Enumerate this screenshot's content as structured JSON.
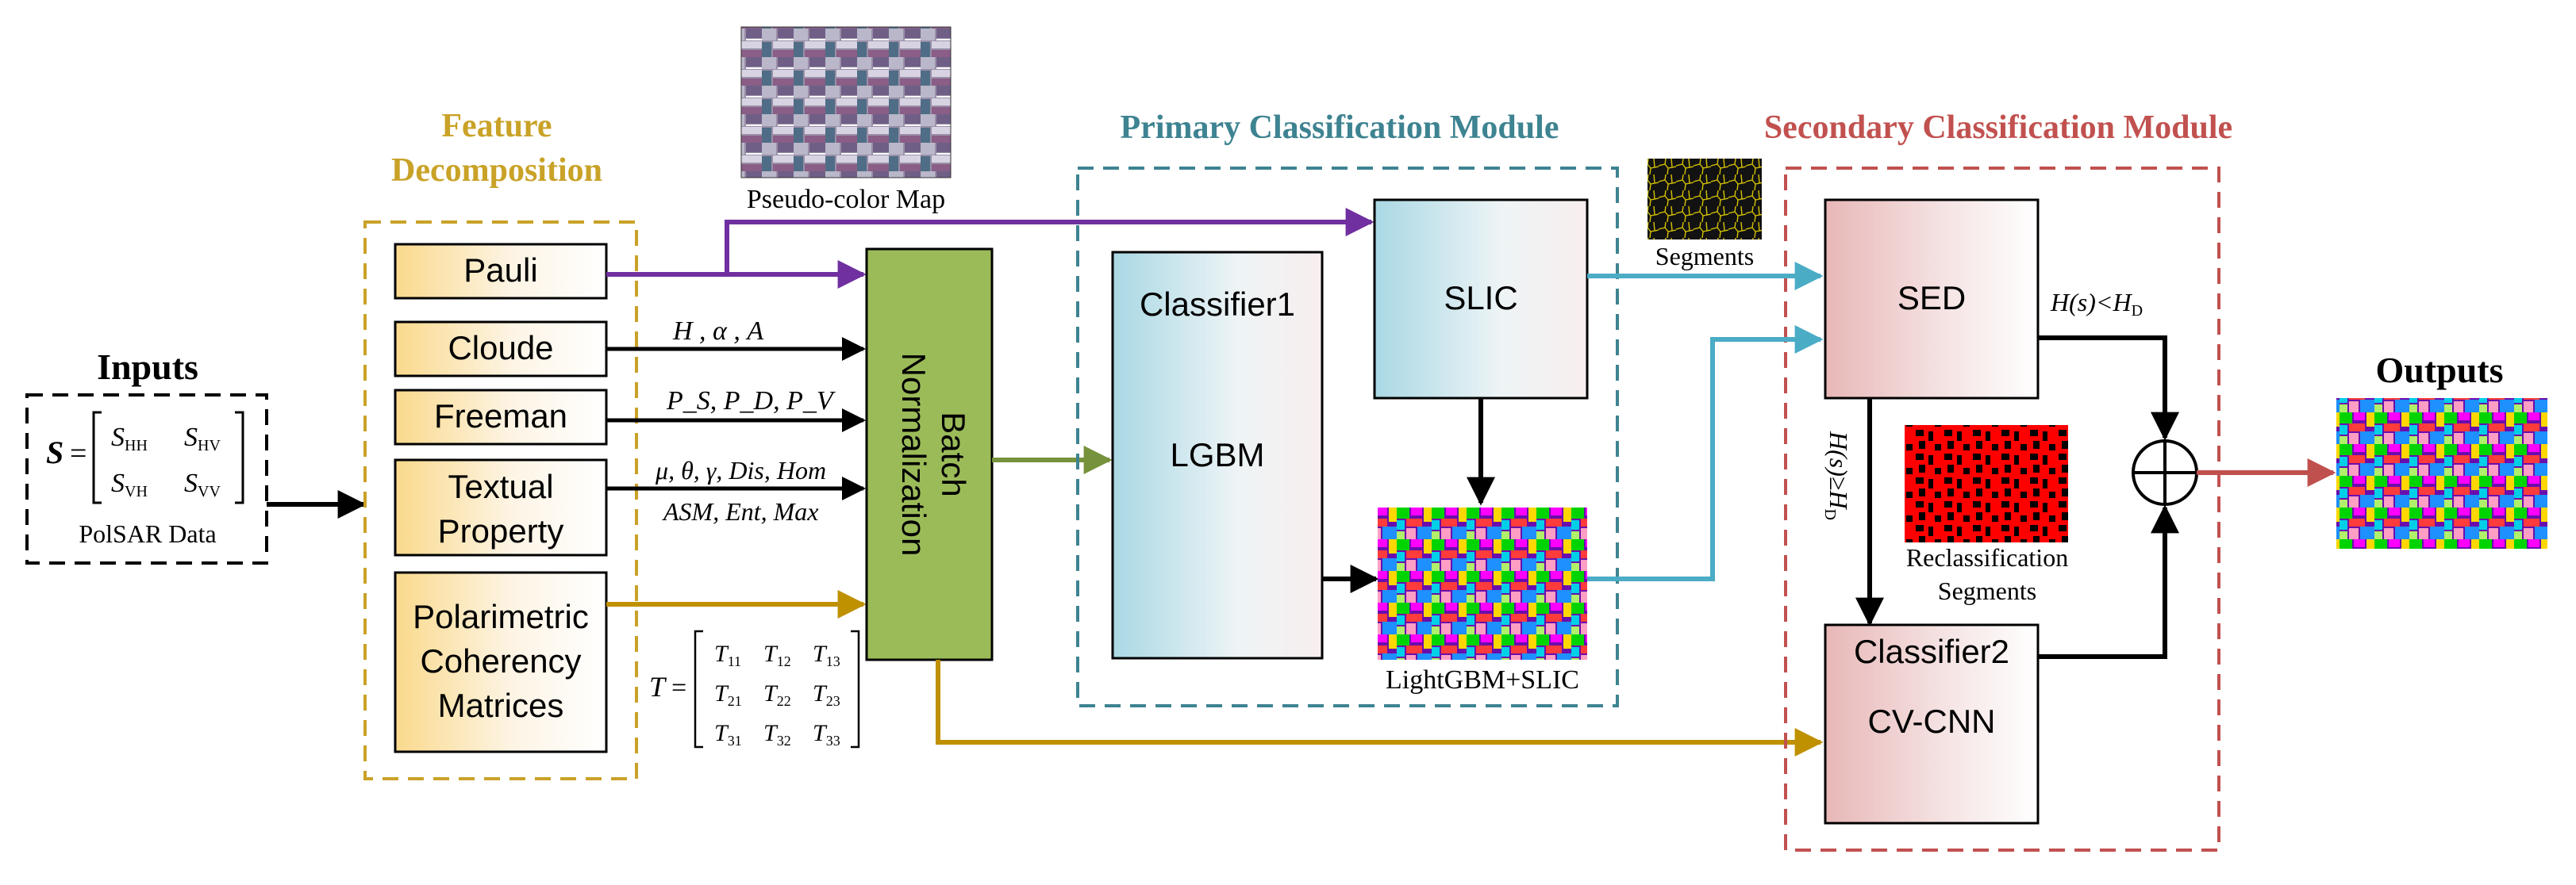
{
  "inputs": {
    "title": "Inputs",
    "matrix_label": "S",
    "s_hh": "S",
    "s_hh_sub": "HH",
    "s_hv": "S",
    "s_hv_sub": "HV",
    "s_vh": "S",
    "s_vh_sub": "VH",
    "s_vv": "S",
    "s_vv_sub": "VV",
    "caption": "PolSAR Data"
  },
  "feature": {
    "title_line1": "Feature",
    "title_line2": "Decomposition",
    "pauli": "Pauli",
    "cloude": "Cloude",
    "freeman": "Freeman",
    "textual_line1": "Textual",
    "textual_line2": "Property",
    "polar_line1": "Polarimetric",
    "polar_line2": "Coherency",
    "polar_line3": "Matrices"
  },
  "labels": {
    "pseudo_color": "Pseudo-color Map",
    "cloude_params": "H , α , A",
    "freeman_params": "P_S, P_D, P_V",
    "textual_params_line1": "μ, θ, γ, Dis, Hom",
    "textual_params_line2": "ASM, Ent, Max",
    "t_matrix_label": "T",
    "t_entries": [
      "T11",
      "T12",
      "T13",
      "T21",
      "T22",
      "T23",
      "T31",
      "T32",
      "T33"
    ]
  },
  "batch": {
    "line1": "Batch",
    "line2": "Normalization"
  },
  "primary": {
    "title": "Primary Classification Module",
    "classifier1": "Classifier1",
    "lgbm": "LGBM",
    "slic": "SLIC",
    "lightgbm_slic": "LightGBM+SLIC"
  },
  "secondary": {
    "title": "Secondary Classification Module",
    "segments": "Segments",
    "sed": "SED",
    "condition_lt": "H(s)<H",
    "condition_lt_sub": "D",
    "condition_ge": "H(s)≥H",
    "condition_ge_sub": "D",
    "reclass_line1": "Reclassification",
    "reclass_line2": "Segments",
    "classifier2": "Classifier2",
    "cvcnn": "CV-CNN"
  },
  "outputs": {
    "title": "Outputs"
  },
  "colors": {
    "feature_gold": "#C9A227",
    "primary_teal": "#3E8391",
    "secondary_red": "#C1514F",
    "purple_arrow": "#7030A0",
    "olive_arrow": "#76923C",
    "blue_arrow": "#4BACC6",
    "gold_arrow": "#BF9000",
    "output_arrow": "#C0504D",
    "batch_fill": "#9BBB59"
  }
}
